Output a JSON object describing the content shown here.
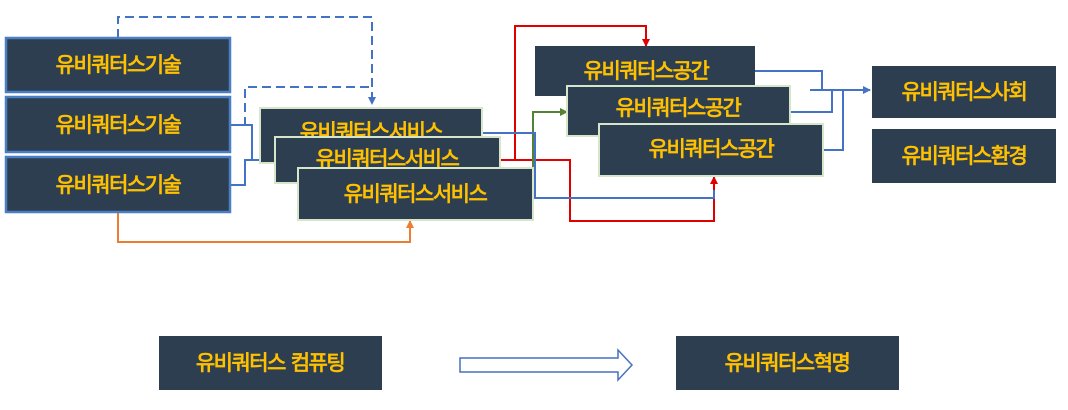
{
  "nodes": {
    "tech1": "유비쿼터스기술",
    "tech2": "유비쿼터스기술",
    "tech3": "유비쿼터스기술",
    "service1": "유비쿼터스서비스",
    "service2": "유비쿼터스서비스",
    "service3": "유비쿼터스서비스",
    "space1": "유비쿼터스공간",
    "space2": "유비쿼터스공간",
    "space3": "유비쿼터스공간",
    "society": "유비쿼터스사회",
    "environment": "유비쿼터스환경",
    "computing": "유비쿼터스 컴퓨팅",
    "revolution": "유비쿼터스혁명"
  },
  "colors": {
    "box_fill": "#2c3e50",
    "box_text": "#ffc000",
    "box_border": "#4a7fc4",
    "arrow_blue": "#4472c4",
    "arrow_red": "#e00000",
    "arrow_green": "#548235",
    "arrow_orange": "#ed7d31",
    "big_arrow": "#4472c4"
  }
}
